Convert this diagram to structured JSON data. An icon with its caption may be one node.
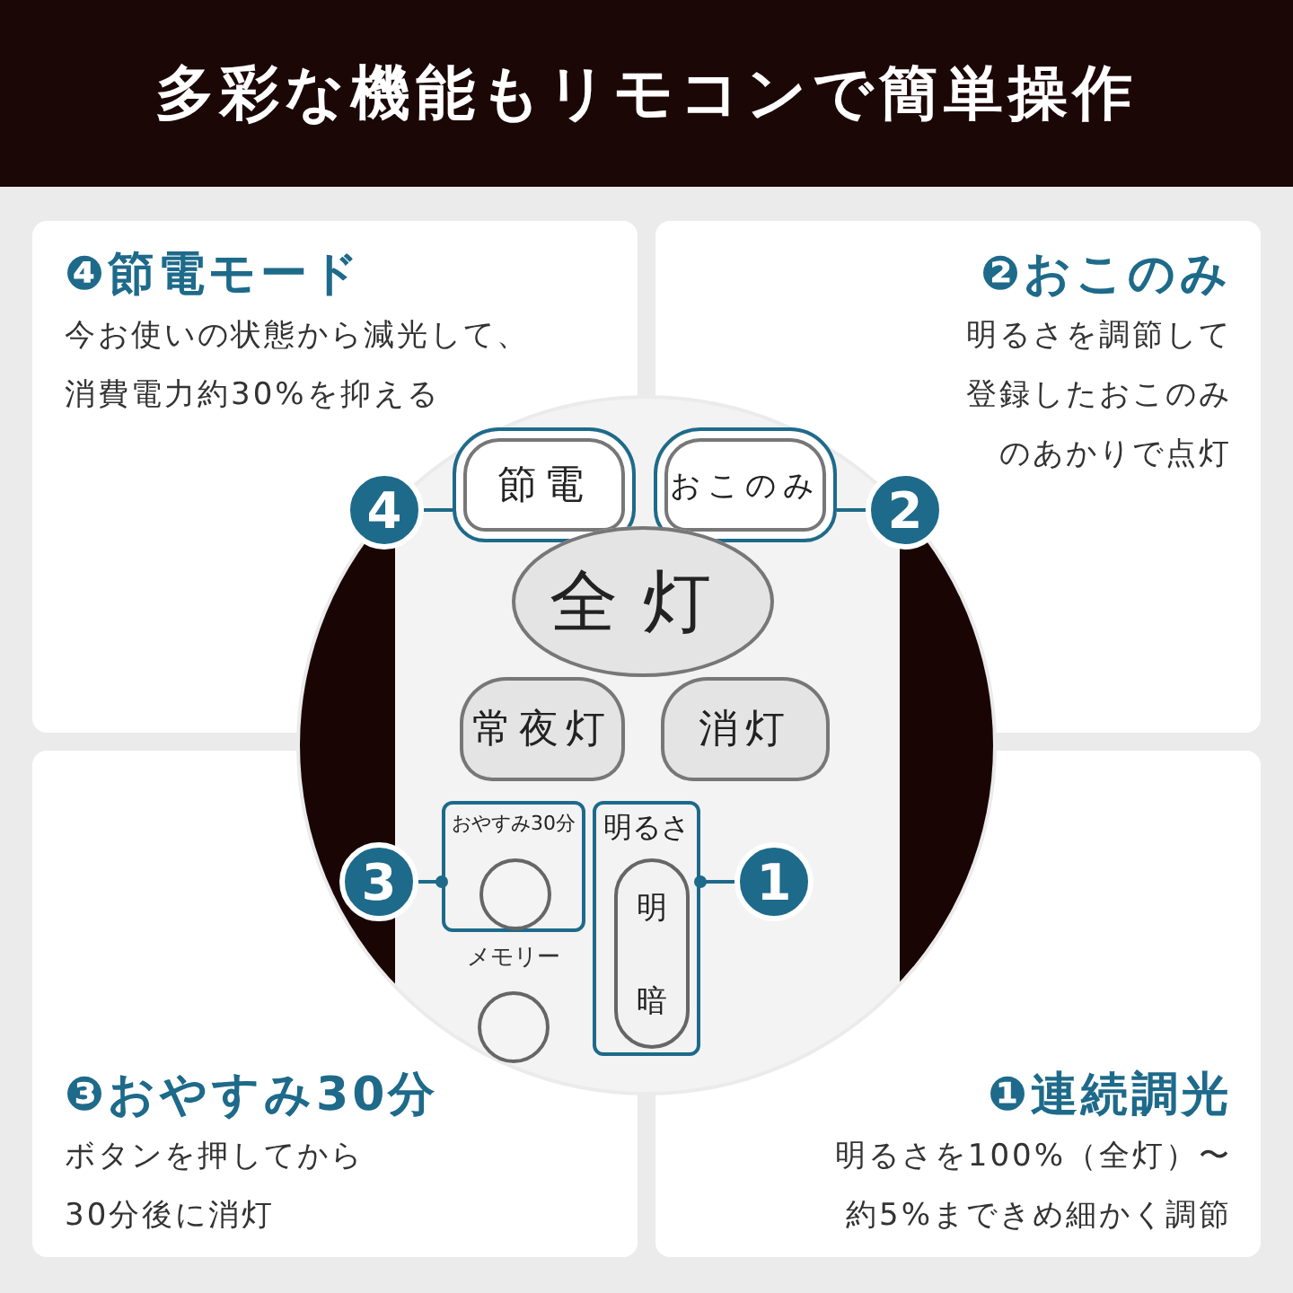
{
  "diagram": {
    "title": "多彩な機能もリモコンで簡単操作",
    "nodes": [
      {
        "text": [
          "❹節電モード",
          "今お使いの状態から減光して、消費電力約30%を抑える"
        ]
      },
      {
        "text": [
          "❷おこのみ",
          "明るさを調節して登録したおこのみのあかりで点灯"
        ]
      },
      {
        "text": [
          "❸おやすみ30分",
          "ボタンを押してから30分後に消灯"
        ]
      },
      {
        "text": [
          "❶連続調光",
          "明るさを100%（全灯）〜約5%まできめ細かく調節"
        ]
      },
      {
        "text": [
          "節電"
        ]
      },
      {
        "text": [
          "おこのみ"
        ]
      },
      {
        "text": [
          "全灯"
        ]
      },
      {
        "text": [
          "常夜灯"
        ]
      },
      {
        "text": [
          "消灯"
        ]
      },
      {
        "text": [
          "おやすみ30分"
        ]
      },
      {
        "text": [],
        "shape": "circle",
        "in": 9
      },
      {
        "text": [
          "メモリー"
        ]
      },
      {
        "text": [
          "明るさ"
        ]
      },
      {
        "text": [
          "明",
          "暗"
        ],
        "in": 12
      },
      {
        "text": [
          "4"
        ]
      },
      {
        "text": [
          "2"
        ]
      },
      {
        "text": [
          "3"
        ]
      },
      {
        "text": [
          "1"
        ]
      }
    ],
    "edges": [
      {
        "from": 14,
        "to": 4,
        "arrow": "none"
      },
      {
        "from": 15,
        "to": 5,
        "arrow": "none"
      },
      {
        "from": 16,
        "to": 9,
        "arrow": "other"
      },
      {
        "from": 17,
        "to": 12,
        "arrow": "other"
      }
    ]
  }
}
